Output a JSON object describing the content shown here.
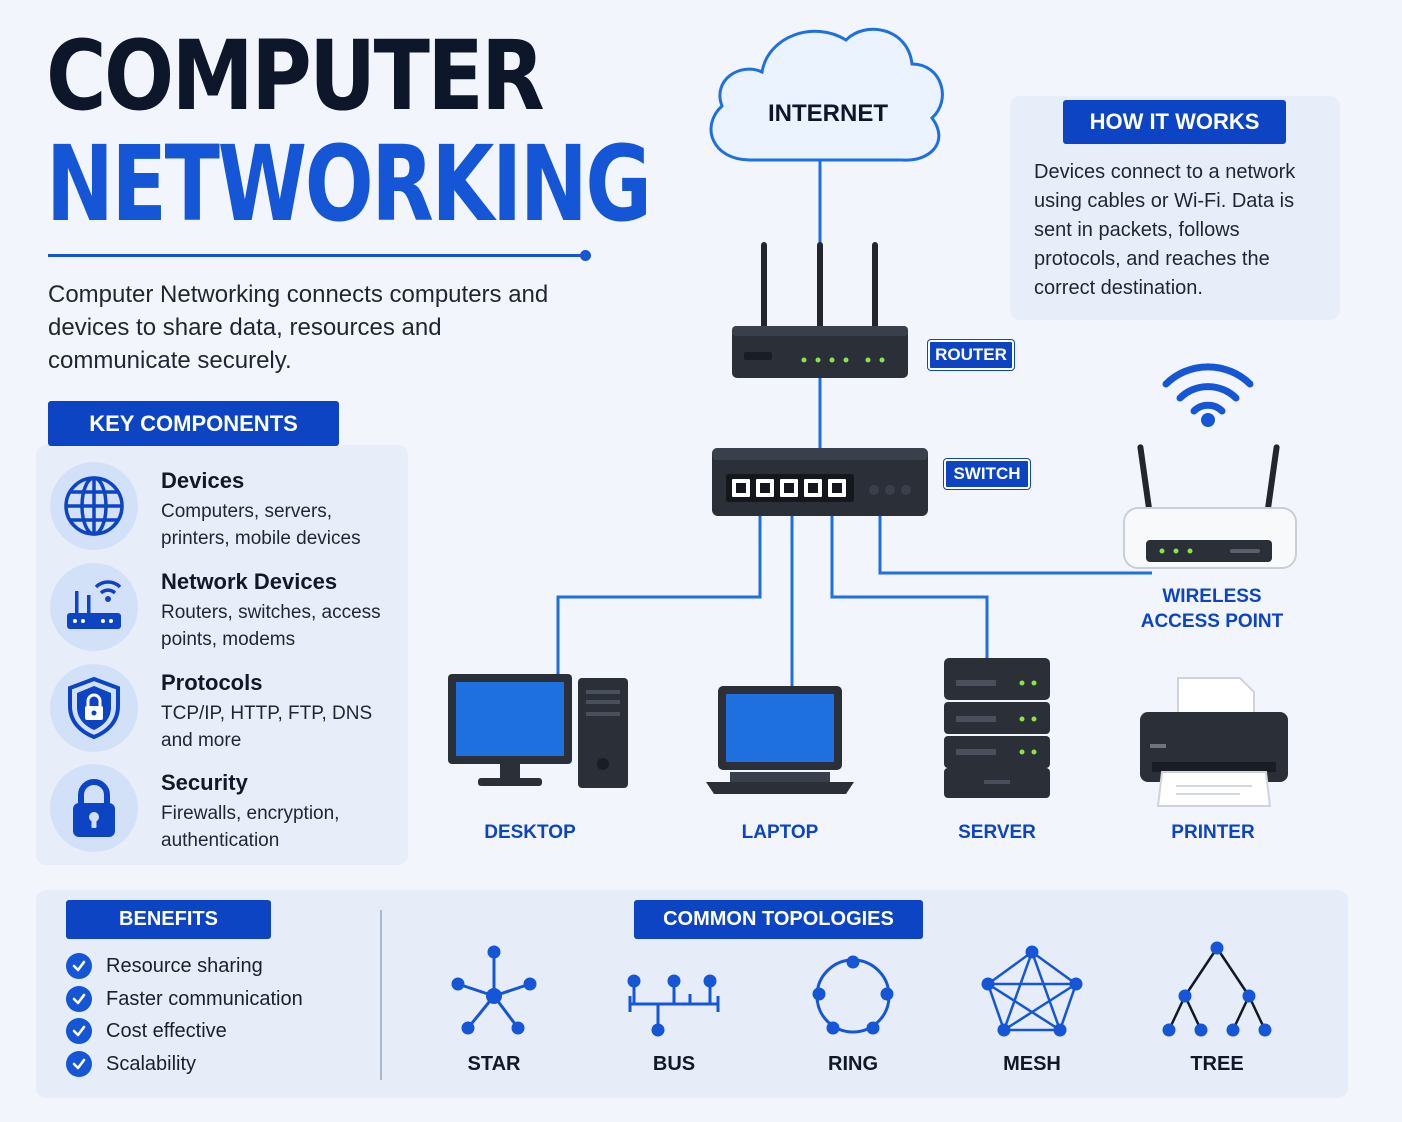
{
  "title": {
    "line1": "COMPUTER",
    "line2": "NETWORKING"
  },
  "intro": "Computer Networking connects computers and devices to share data, resources and communicate securely.",
  "key_components": {
    "heading": "KEY COMPONENTS",
    "items": [
      {
        "title": "Devices",
        "desc": "Computers, servers, printers, mobile devices",
        "icon": "globe-icon"
      },
      {
        "title": "Network Devices",
        "desc": "Routers, switches, access points, modems",
        "icon": "router-wifi-icon"
      },
      {
        "title": "Protocols",
        "desc": "TCP/IP, HTTP, FTP, DNS and more",
        "icon": "shield-lock-icon"
      },
      {
        "title": "Security",
        "desc": "Firewalls, encryption, authentication",
        "icon": "padlock-icon"
      }
    ]
  },
  "how_it_works": {
    "heading": "HOW IT WORKS",
    "text": "Devices connect to a network using cables or Wi-Fi. Data is sent in packets, follows protocols, and reaches the correct destination."
  },
  "diagram": {
    "internet": "INTERNET",
    "router": "ROUTER",
    "switch": "SWITCH",
    "wap_line1": "WIRELESS",
    "wap_line2": "ACCESS POINT",
    "desktop": "DESKTOP",
    "laptop": "LAPTOP",
    "server": "SERVER",
    "printer": "PRINTER"
  },
  "benefits": {
    "heading": "BENEFITS",
    "items": [
      "Resource sharing",
      "Faster communication",
      "Cost effective",
      "Scalability"
    ]
  },
  "topologies": {
    "heading": "COMMON TOPOLOGIES",
    "items": [
      "STAR",
      "BUS",
      "RING",
      "MESH",
      "TREE"
    ]
  },
  "colors": {
    "accent": "#1456d6",
    "tag": "#0c44c4",
    "dark": "#0e1629",
    "device": "#2a2f38",
    "screen": "#1e6fe0"
  }
}
